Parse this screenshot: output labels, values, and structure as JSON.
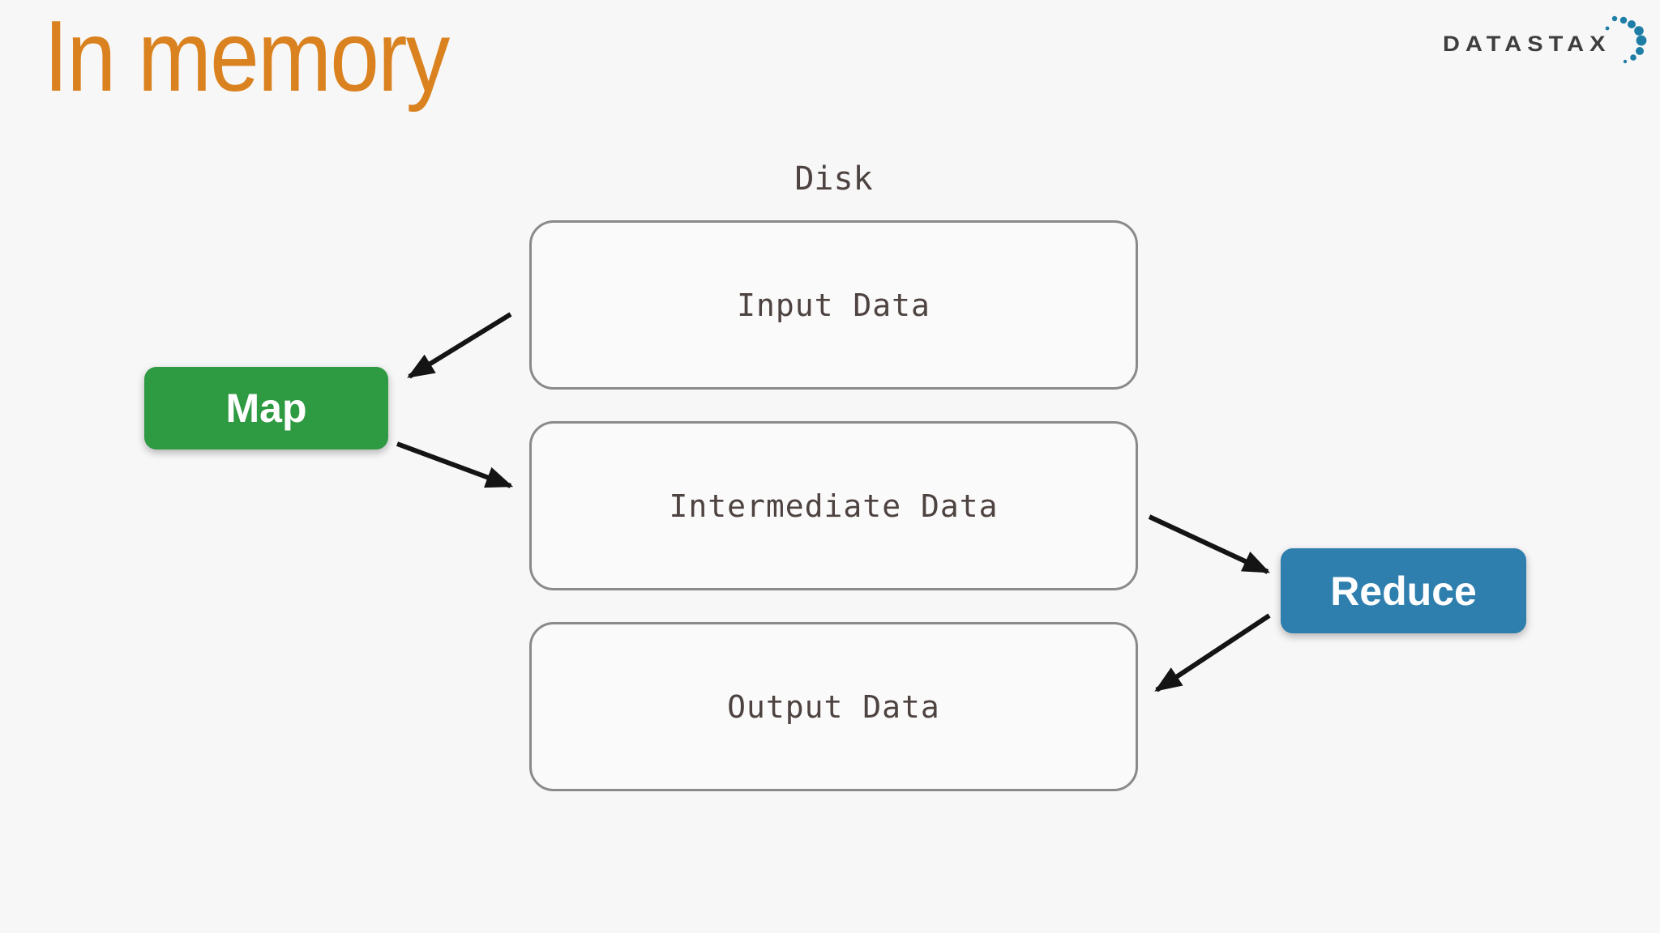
{
  "slide": {
    "title": "In memory"
  },
  "logo": {
    "text": "DATASTAX"
  },
  "diagram": {
    "disk_label": "Disk",
    "disk_boxes": [
      {
        "label": "Input Data"
      },
      {
        "label": "Intermediate Data"
      },
      {
        "label": "Output Data"
      }
    ],
    "map_label": "Map",
    "reduce_label": "Reduce",
    "edges": [
      {
        "from": "Input Data",
        "to": "Map"
      },
      {
        "from": "Map",
        "to": "Intermediate Data"
      },
      {
        "from": "Intermediate Data",
        "to": "Reduce"
      },
      {
        "from": "Reduce",
        "to": "Output Data"
      }
    ]
  },
  "colors": {
    "background": "#F8F7F8",
    "title": "#D9821F",
    "logo_text": "#3E3E3E",
    "logo_dots": "#1E7EA6",
    "box_fill": "#FBFAFA",
    "box_border": "#8A8A8A",
    "box_text": "#4D4340",
    "map_bg": "#2E9A41",
    "reduce_bg": "#2E7EAE",
    "arrow": "#141414"
  }
}
